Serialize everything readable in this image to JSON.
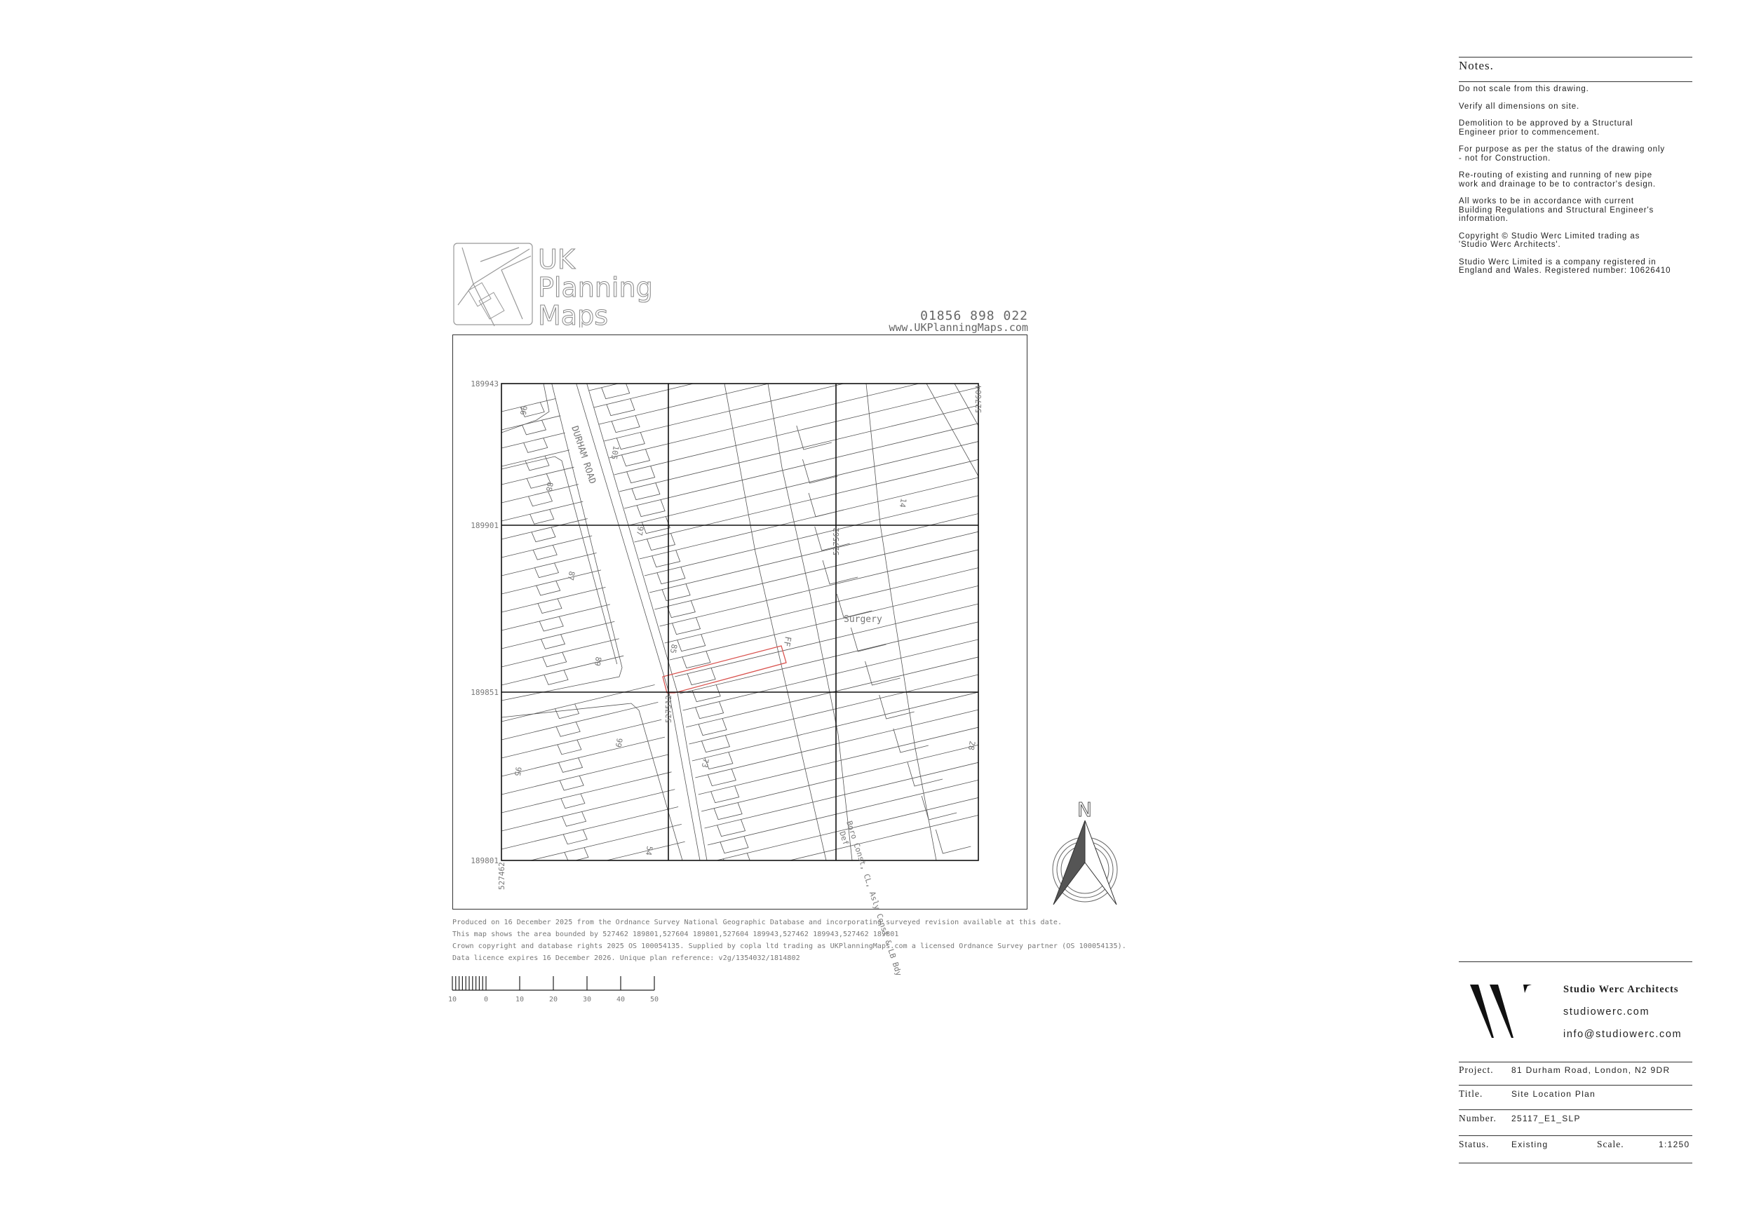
{
  "notes": {
    "title": "Notes.",
    "items": [
      "Do not scale from this drawing.",
      "Verify all dimensions on site.",
      "Demolition to be approved by a Structural\nEngineer prior to commencement.",
      "For purpose as per the status of the drawing only\n- not for Construction.",
      "Re-routing of existing and running of new pipe\nwork and drainage to be to contractor's design.",
      "All works to be in accordance with current\nBuilding Regulations and Structural Engineer's\ninformation.",
      "Copyright © Studio Werc Limited trading as\n'Studio Werc Architects'.",
      "Studio Werc Limited is a company registered in\nEngland and Wales. Registered number: 10626410"
    ]
  },
  "map_provider": {
    "logo_text": [
      "UK",
      "Planning",
      "Maps"
    ],
    "phone": "01856 898 022",
    "website": "www.UKPlanningMaps.com"
  },
  "map": {
    "northings": [
      "189943",
      "189901",
      "189851",
      "189801"
    ],
    "eastings": [
      "527462",
      "527512",
      "527562",
      "527604"
    ],
    "labels": {
      "road": "DURHAM ROAD",
      "surgery": "Surgery",
      "ff": "FF",
      "boundary": "Boro Const, CL, Asly Const & LB Bdy",
      "def": "Def",
      "house_numbers": [
        "96",
        "105",
        "88",
        "97",
        "87",
        "85",
        "89",
        "14",
        "99",
        "95",
        "73",
        "54",
        "28"
      ]
    },
    "site_boundary_color": "#d9534f",
    "north_label": "N"
  },
  "footer": {
    "lines": [
      "Produced on 16 December 2025 from the Ordnance Survey National Geographic Database and incorporating surveyed revision available at this date.",
      "This map shows the area bounded by 527462 189801,527604 189801,527604 189943,527462 189943,527462 189801",
      "Crown copyright and database rights 2025 OS 100054135. Supplied by copla ltd trading as UKPlanningMaps.com a licensed Ordnance Survey partner (OS 100054135).",
      "Data licence expires 16 December 2026. Unique plan reference: v2g/1354032/1814802"
    ]
  },
  "scale_bar": {
    "labels": [
      "10",
      "0",
      "10",
      "20",
      "30",
      "40",
      "50"
    ]
  },
  "title_block": {
    "logo_letter": "W",
    "company": "Studio Werc Architects",
    "website": "studiowerc.com",
    "email": "info@studiowerc.com",
    "project_label": "Project.",
    "project": "81 Durham Road, London, N2 9DR",
    "title_label": "Title.",
    "title": "Site Location Plan",
    "number_label": "Number.",
    "number": "25117_E1_SLP",
    "status_label": "Status.",
    "status": "Existing",
    "scale_label": "Scale.",
    "scale": "1:1250"
  }
}
